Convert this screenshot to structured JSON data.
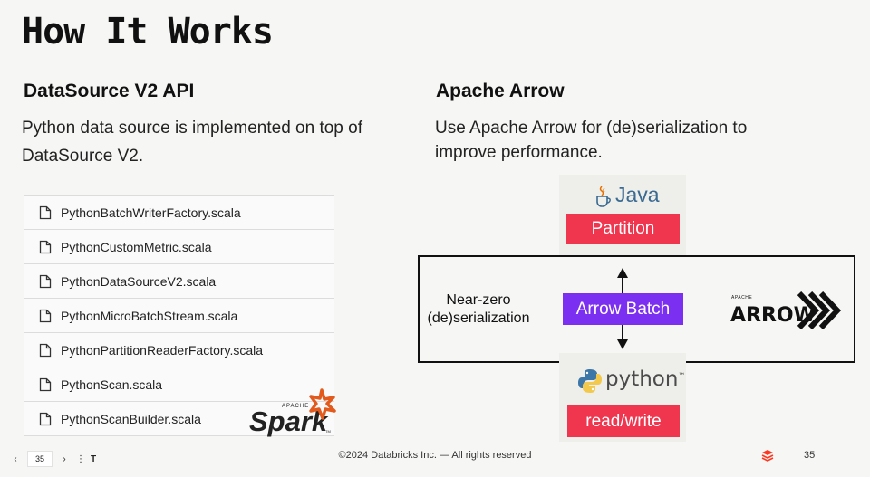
{
  "slide": {
    "title": "How It Works",
    "left": {
      "heading": "DataSource V2 API",
      "paragraph": "Python data source is implemented on top of DataSource V2.",
      "files": [
        "PythonBatchWriterFactory.scala",
        "PythonCustomMetric.scala",
        "PythonDataSourceV2.scala",
        "PythonMicroBatchStream.scala",
        "PythonPartitionReaderFactory.scala",
        "PythonScan.scala",
        "PythonScanBuilder.scala"
      ],
      "spark_logo": {
        "small": "APACHE",
        "word": "Spark",
        "tm": "TM"
      }
    },
    "right": {
      "heading": "Apache Arrow",
      "paragraph": "Use Apache Arrow for (de)serialization to improve performance.",
      "java_label": "Java",
      "partition_label": "Partition",
      "near_zero_line1": "Near-zero",
      "near_zero_line2": "(de)serialization",
      "arrow_batch_label": "Arrow Batch",
      "arrow_logo": {
        "small": "APACHE",
        "word": "ARROW"
      },
      "python_label": "python",
      "python_tm": "™",
      "readwrite_label": "read/write"
    },
    "footer": "©2024 Databricks Inc. — All rights reserved",
    "slide_number": "35"
  },
  "nav": {
    "prev": "‹",
    "page": "35",
    "next": "›",
    "more": "⋮",
    "text_tool": "T"
  },
  "colors": {
    "accent_red": "#f0364e",
    "accent_purple": "#7b2ff1",
    "java_blue": "#3b6a92",
    "spark_orange": "#e25a1c",
    "databricks_orange": "#ff3621"
  }
}
